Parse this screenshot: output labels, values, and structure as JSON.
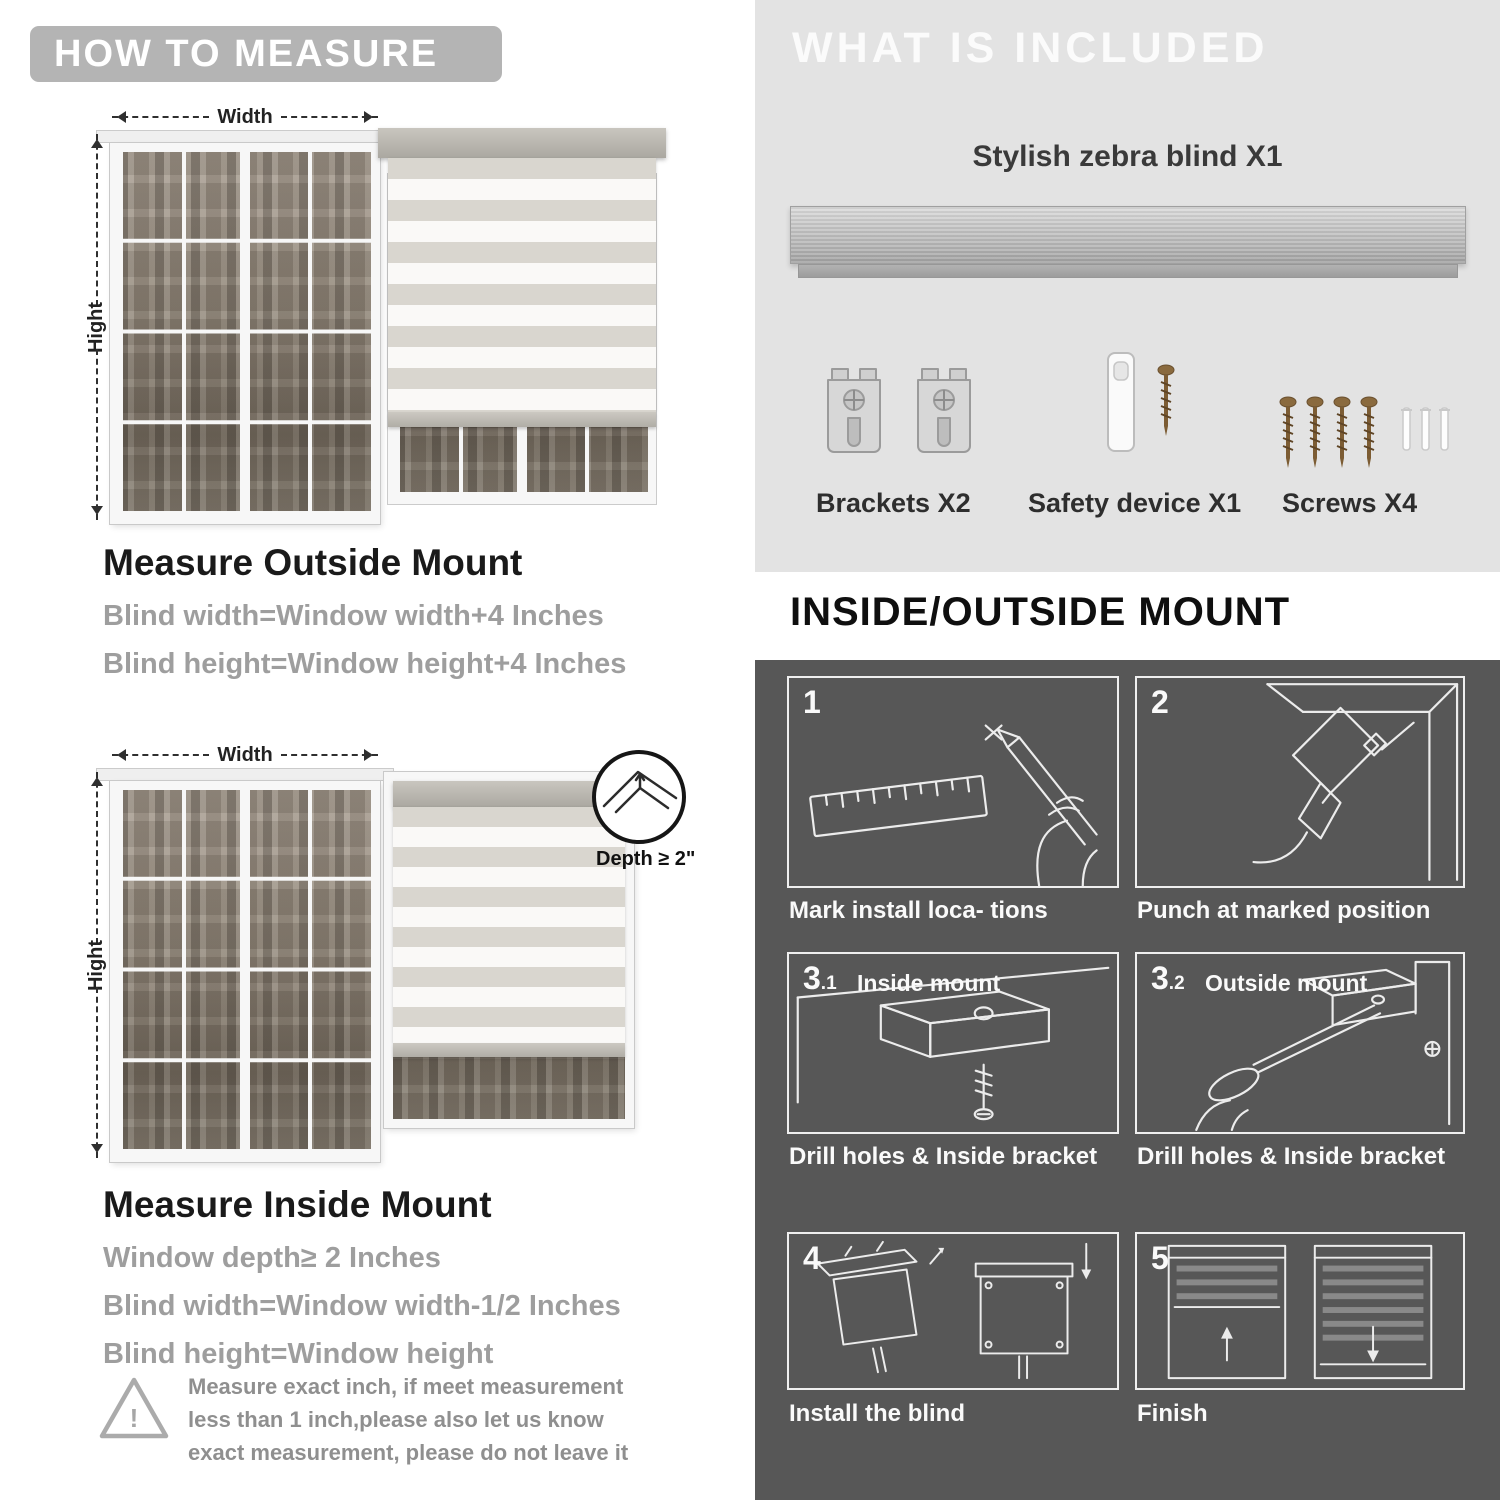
{
  "palette": {
    "header_pill": "#b4b4b4",
    "included_panel": "#e3e3e3",
    "mount_panel": "#575757"
  },
  "left": {
    "header": "HOW TO MEASURE",
    "measure_labels": {
      "width": "Width",
      "height": "Hight"
    },
    "outside": {
      "title": "Measure Outside Mount",
      "lines": [
        "Blind width=Window width+4 Inches",
        "Blind height=Window height+4 Inches"
      ]
    },
    "inside": {
      "depth_callout": "Depth ≥ 2\"",
      "title": "Measure Inside Mount",
      "lines": [
        "Window depth≥ 2 Inches",
        "Blind width=Window width-1/2 Inches",
        "Blind height=Window height"
      ]
    },
    "note": {
      "icon_mark": "!",
      "text": "Measure exact inch, if meet measurement less than 1 inch,please also let us know exact measurement, please do not leave it"
    }
  },
  "right": {
    "included": {
      "header": "WHAT IS INCLUDED",
      "product_label": "Stylish zebra blind X1",
      "items": [
        {
          "label": "Brackets X2"
        },
        {
          "label": "Safety device X1"
        },
        {
          "label": "Screws X4"
        }
      ]
    },
    "mount": {
      "header": "INSIDE/OUTSIDE MOUNT",
      "steps": [
        {
          "num": "1",
          "caption": "Mark install loca- tions"
        },
        {
          "num": "2",
          "caption": "Punch at  marked position"
        },
        {
          "num": "3",
          "sub": ".1",
          "label": "Inside mount",
          "caption": "Drill holes &  Inside bracket"
        },
        {
          "num": "3",
          "sub": ".2",
          "label": "Outside mount",
          "caption": "Drill holes &  Inside bracket"
        },
        {
          "num": "4",
          "caption": "Install the blind"
        },
        {
          "num": "5",
          "caption": "Finish"
        }
      ]
    }
  }
}
